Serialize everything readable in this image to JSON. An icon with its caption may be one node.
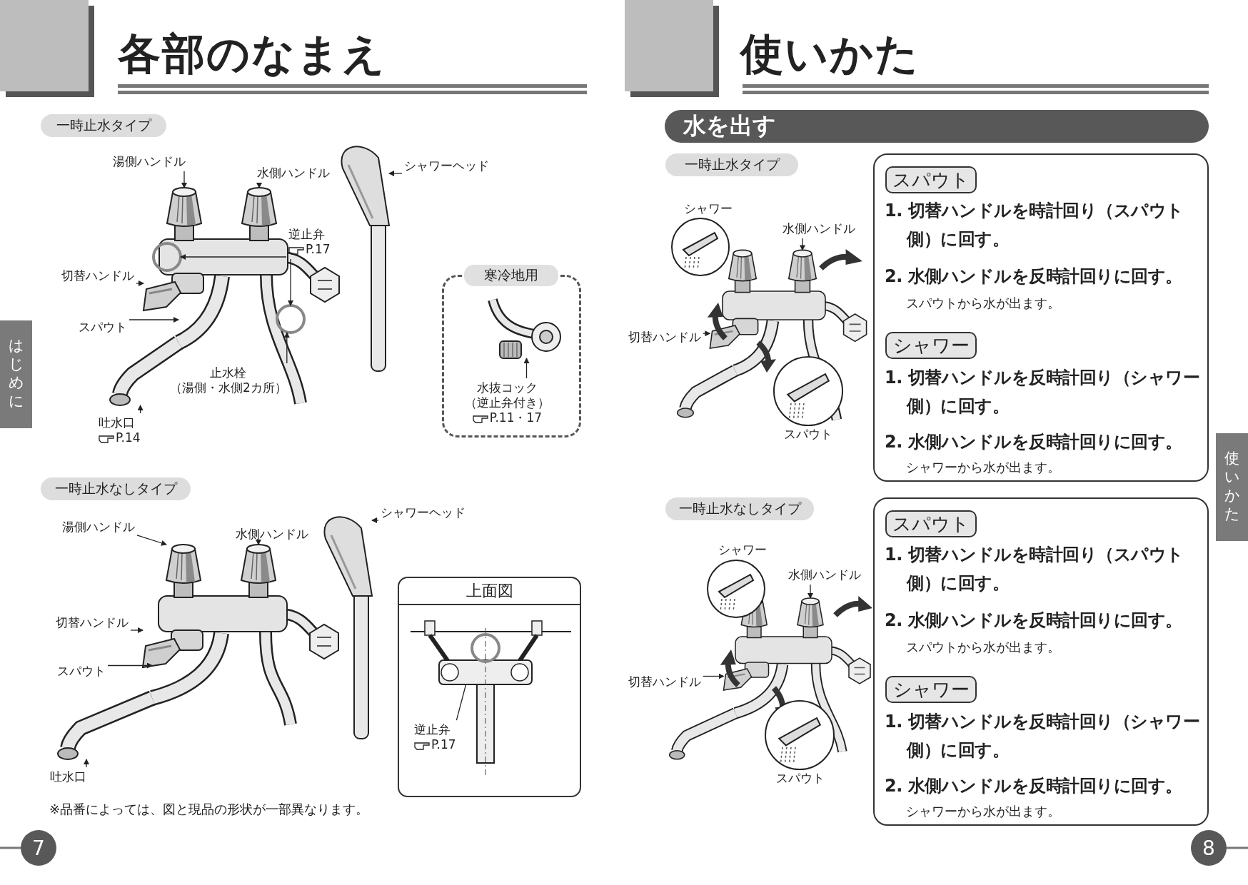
{
  "diagram": {
    "nodes": [
      {
        "text": [
          "一時止水タイプ"
        ]
      },
      {
        "text": [
          "湯側ハンドル"
        ]
      },
      {
        "text": [
          "水側ハンドル"
        ]
      },
      {
        "text": [
          "シャワーヘッド"
        ]
      },
      {
        "text": [
          "逆止弁",
          "P.17"
        ]
      },
      {
        "text": [
          "切替ハンドル"
        ]
      },
      {
        "text": [
          "スパウト"
        ]
      },
      {
        "text": [
          "止水栓",
          "（湯側・水側2カ所）"
        ]
      },
      {
        "text": [
          "吐水口",
          "P.14"
        ]
      },
      {
        "text": [
          "寒冷地用"
        ]
      },
      {
        "text": [
          "水抜コック",
          "（逆止弁付き）",
          "P.11・17"
        ],
        "in": 9
      },
      {
        "text": [
          "はじめに"
        ]
      },
      {
        "text": [
          "一時止水なしタイプ"
        ]
      },
      {
        "text": [
          "湯側ハンドル"
        ]
      },
      {
        "text": [
          "水側ハンドル"
        ]
      },
      {
        "text": [
          "シャワーヘッド"
        ]
      },
      {
        "text": [
          "切替ハンドル"
        ]
      },
      {
        "text": [
          "スパウト"
        ]
      },
      {
        "text": [
          "吐水口"
        ]
      },
      {
        "text": [
          "上面図"
        ]
      },
      {
        "text": [
          "逆止弁",
          "P.17"
        ],
        "in": 19
      },
      {
        "text": [
          "7"
        ]
      },
      {
        "text": [
          "水を出す"
        ]
      },
      {
        "text": [
          "一時止水タイプ"
        ]
      },
      {
        "text": [
          "水側ハンドル"
        ]
      },
      {
        "text": [
          "切替ハンドル"
        ]
      },
      {
        "text": [
          "1. 切替ハンドルを時計回り（スパウト側）に回す。",
          "2. 水側ハンドルを反時計回りに回す。",
          "スパウトから水が出ます。",
          "1. 切替ハンドルを反時計回り（シャワー側）に回す。",
          "2. 水側ハンドルを反時計回りに回す。",
          "シャワーから水が出ます。"
        ]
      },
      {
        "text": [
          "スパウト"
        ],
        "in": 26
      },
      {
        "text": [
          "シャワー"
        ],
        "in": 26
      },
      {
        "text": [
          "使いかた"
        ]
      },
      {
        "text": [
          "一時止水なしタイプ"
        ]
      },
      {
        "text": [
          "水側ハンドル"
        ]
      },
      {
        "text": [
          "切替ハンドル"
        ]
      },
      {
        "text": [
          "1. 切替ハンドルを時計回り（スパウト側）に回す。",
          "2. 水側ハンドルを反時計回りに回す。",
          "スパウトから水が出ます。",
          "1. 切替ハンドルを反時計回り（シャワー側）に回す。",
          "2. 水側ハンドルを反時計回りに回す。",
          "シャワーから水が出ます。"
        ]
      },
      {
        "text": [
          "スパウト"
        ],
        "in": 33
      },
      {
        "text": [
          "シャワー"
        ],
        "in": 33
      },
      {
        "text": [
          "8"
        ]
      },
      {
        "text": [],
        "shape": "picture"
      },
      {
        "text": [],
        "shape": "picture"
      },
      {
        "text": [],
        "shape": "picture"
      },
      {
        "text": [],
        "shape": "circle"
      },
      {
        "text": [],
        "shape": "circle"
      },
      {
        "text": [],
        "shape": "picture"
      },
      {
        "text": [],
        "shape": "picture"
      },
      {
        "text": [],
        "shape": "picture"
      },
      {
        "text": [],
        "shape": "picture",
        "in": 9
      },
      {
        "text": [],
        "shape": "picture"
      },
      {
        "text": [],
        "shape": "picture"
      },
      {
        "text": [],
        "shape": "picture"
      },
      {
        "text": [],
        "shape": "picture"
      },
      {
        "text": [],
        "shape": "picture"
      },
      {
        "text": [],
        "shape": "picture"
      },
      {
        "text": [],
        "shape": "circle",
        "in": 19
      },
      {
        "text": [],
        "shape": "picture"
      },
      {
        "text": [],
        "shape": "picture"
      },
      {
        "text": [],
        "shape": "picture"
      },
      {
        "text": [],
        "shape": "picture"
      },
      {
        "text": [],
        "shape": "picture"
      },
      {
        "text": [],
        "shape": "picture"
      }
    ],
    "edges": [
      {
        "from": 1,
        "to": 37,
        "arrow": "to"
      },
      {
        "from": 2,
        "to": 38,
        "arrow": "to"
      },
      {
        "from": 3,
        "to": 39,
        "arrow": "to"
      },
      {
        "from": 4,
        "to": 40,
        "arrow": "to"
      },
      {
        "from": 4,
        "to": 41,
        "arrow": "to"
      },
      {
        "from": 5,
        "to": 42,
        "arrow": "to"
      },
      {
        "from": 6,
        "to": 43,
        "arrow": "to"
      },
      {
        "from": 7,
        "to": 41,
        "arrow": "to"
      },
      {
        "from": 8,
        "to": 44,
        "arrow": "to"
      },
      {
        "from": 10,
        "to": 45,
        "arrow": "to"
      },
      {
        "from": 13,
        "to": 46,
        "arrow": "to"
      },
      {
        "from": 14,
        "to": 47,
        "arrow": "to"
      },
      {
        "from": 15,
        "to": 48,
        "arrow": "to"
      },
      {
        "from": 16,
        "to": 49,
        "arrow": "to"
      },
      {
        "from": 17,
        "to": 50,
        "arrow": "to"
      },
      {
        "from": 18,
        "to": 51,
        "arrow": "to"
      },
      {
        "from": 20,
        "to": 52,
        "arrow": "to"
      },
      {
        "from": 24,
        "to": 53,
        "arrow": "to"
      },
      {
        "from": 25,
        "to": 54,
        "arrow": "to"
      },
      {
        "from": 31,
        "to": 55,
        "arrow": "to"
      },
      {
        "from": 32,
        "to": 56,
        "arrow": "to"
      }
    ],
    "labels": [
      "各部のなまえ",
      "※品番によっては、図と現品の形状が一部異なります。",
      "使いかた",
      "シャワー",
      "スパウト",
      "シャワー",
      "スパウト"
    ]
  }
}
